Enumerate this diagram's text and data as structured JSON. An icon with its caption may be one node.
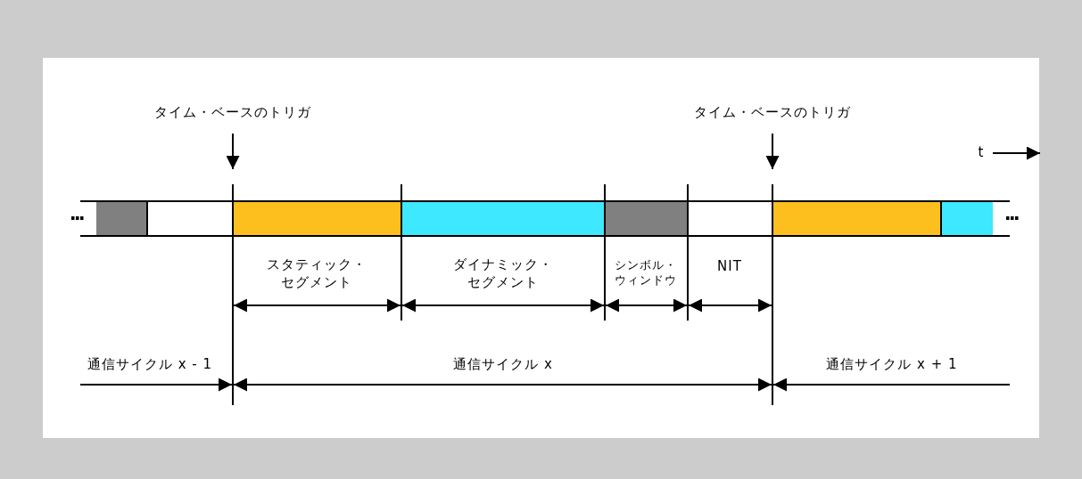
{
  "diagram": {
    "labels": [
      "タイム・ベースのトリガ",
      "タイム・ベースのトリガ",
      "t",
      "スタティック・セグメント",
      "ダイナミック・セグメント",
      "シンボル・ウィンドウ",
      "NIT",
      "通信サイクル x - 1",
      "通信サイクル x",
      "通信サイクル x + 1"
    ]
  }
}
